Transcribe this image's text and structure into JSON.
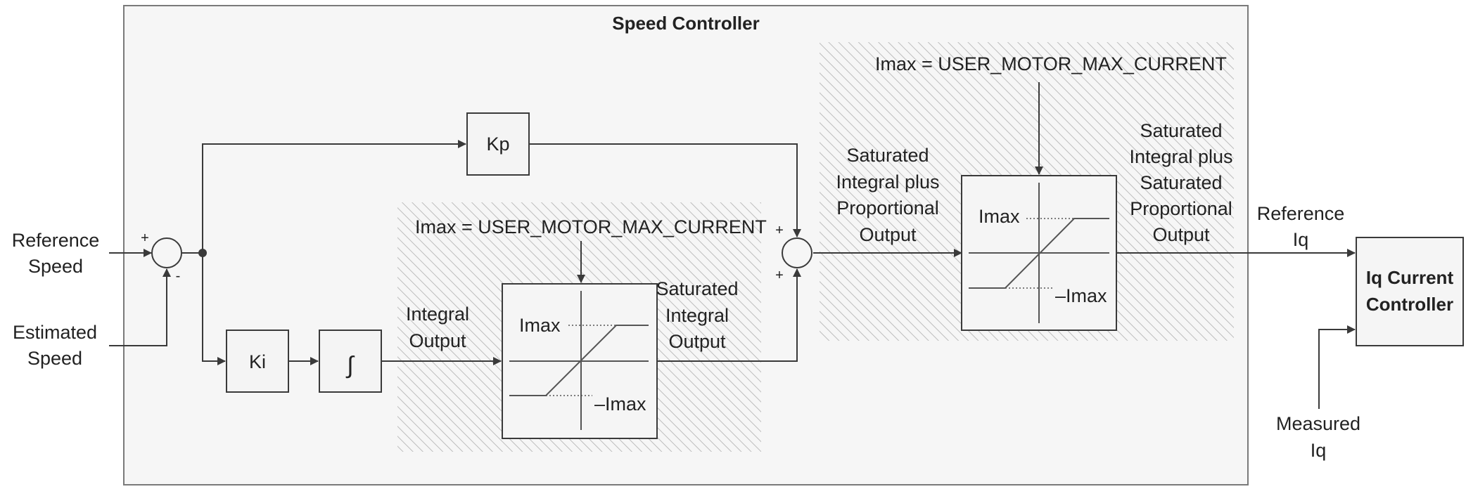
{
  "title": "Speed Controller",
  "labels": {
    "reference_speed": [
      "Reference",
      "Speed"
    ],
    "estimated_speed": [
      "Estimated",
      "Speed"
    ],
    "integral_output": [
      "Integral",
      "Output"
    ],
    "saturated_integral_output": [
      "Saturated",
      "Integral",
      "Output"
    ],
    "saturated_integral_plus_proportional": [
      "Saturated",
      "Integral plus",
      "Proportional",
      "Output"
    ],
    "saturated_integral_plus_saturated_proportional": [
      "Saturated",
      "Integral plus",
      "Saturated",
      "Proportional",
      "Output"
    ],
    "reference_iq": [
      "Reference",
      "Iq"
    ],
    "measured_iq": [
      "Measured",
      "Iq"
    ]
  },
  "blocks": {
    "kp": "Kp",
    "ki": "Ki",
    "integrator": "∫",
    "iq_controller": [
      "Iq Current",
      "Controller"
    ]
  },
  "limits": {
    "imax_eq": "Imax = USER_MOTOR_MAX_CURRENT",
    "imax": "Imax",
    "neg_imax": "–Imax"
  },
  "signs": {
    "plus": "+",
    "minus": "-"
  },
  "colors": {
    "frame_fill": "#f6f6f6",
    "frame_stroke": "#7a7a7a",
    "line": "#3a3a3a",
    "hatch": "#bdbdbd"
  }
}
